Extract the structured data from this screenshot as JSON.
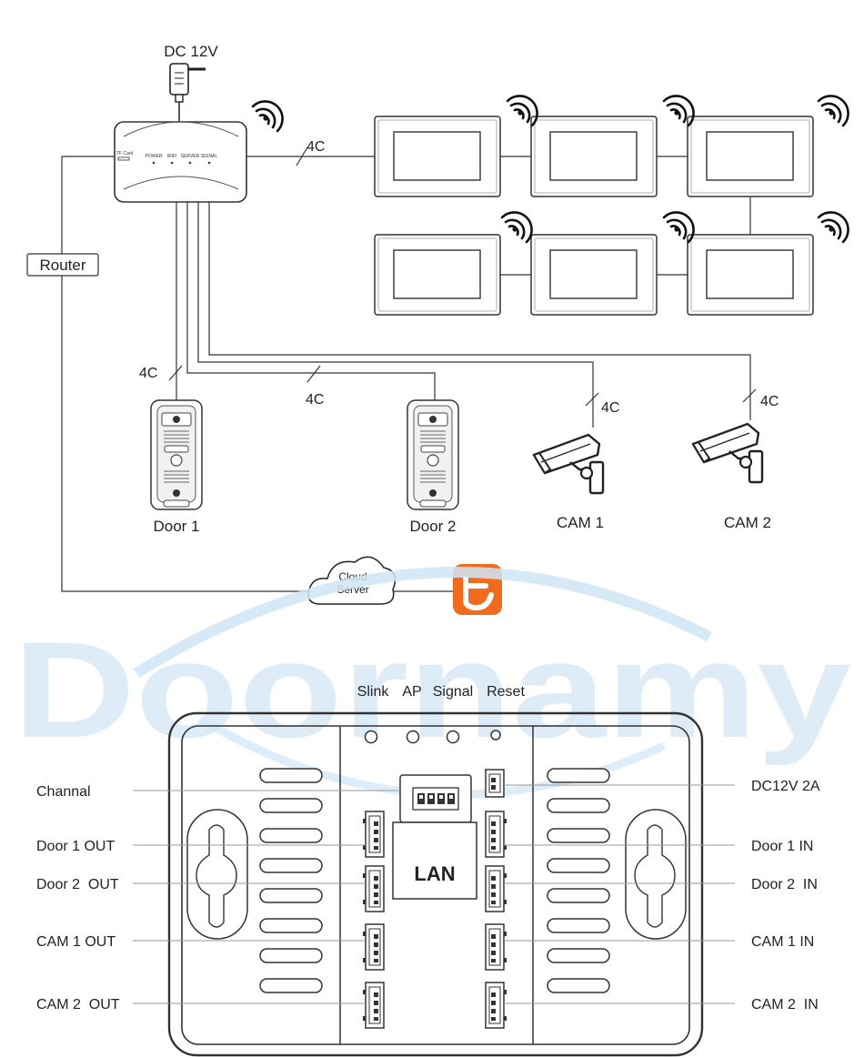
{
  "top": {
    "power_label": "DC 12V",
    "router_label": "Router",
    "hub_labels": {
      "tf_card": "TF Card",
      "power": "POWER",
      "wifi": "WIFI",
      "server": "SERVER",
      "signal": "SIGNAL"
    },
    "cable_label": "4C",
    "doors": [
      "Door 1",
      "Door 2"
    ],
    "cams": [
      "CAM 1",
      "CAM 2"
    ],
    "cloud": {
      "line1": "Cloud",
      "line2": "Server"
    },
    "app_glyph": "t",
    "monitor_count": 6
  },
  "watermark": {
    "text": "Doornamy",
    "colors": {
      "blue": "#c9e2f5",
      "gray": "#ebebeb"
    }
  },
  "bottom": {
    "indicators": [
      "Slink",
      "AP",
      "Signal",
      "Reset"
    ],
    "lan_label": "LAN",
    "left_labels": [
      "Channal",
      "Door 1 OUT",
      "Door 2  OUT",
      "CAM 1 OUT",
      "CAM 2  OUT"
    ],
    "right_labels": [
      "DC12V 2A",
      "Door 1 IN",
      "Door 2  IN",
      "CAM 1 IN",
      "CAM 2  IN"
    ]
  },
  "colors": {
    "line": "#333333",
    "app_orange": "#f26a1b"
  }
}
